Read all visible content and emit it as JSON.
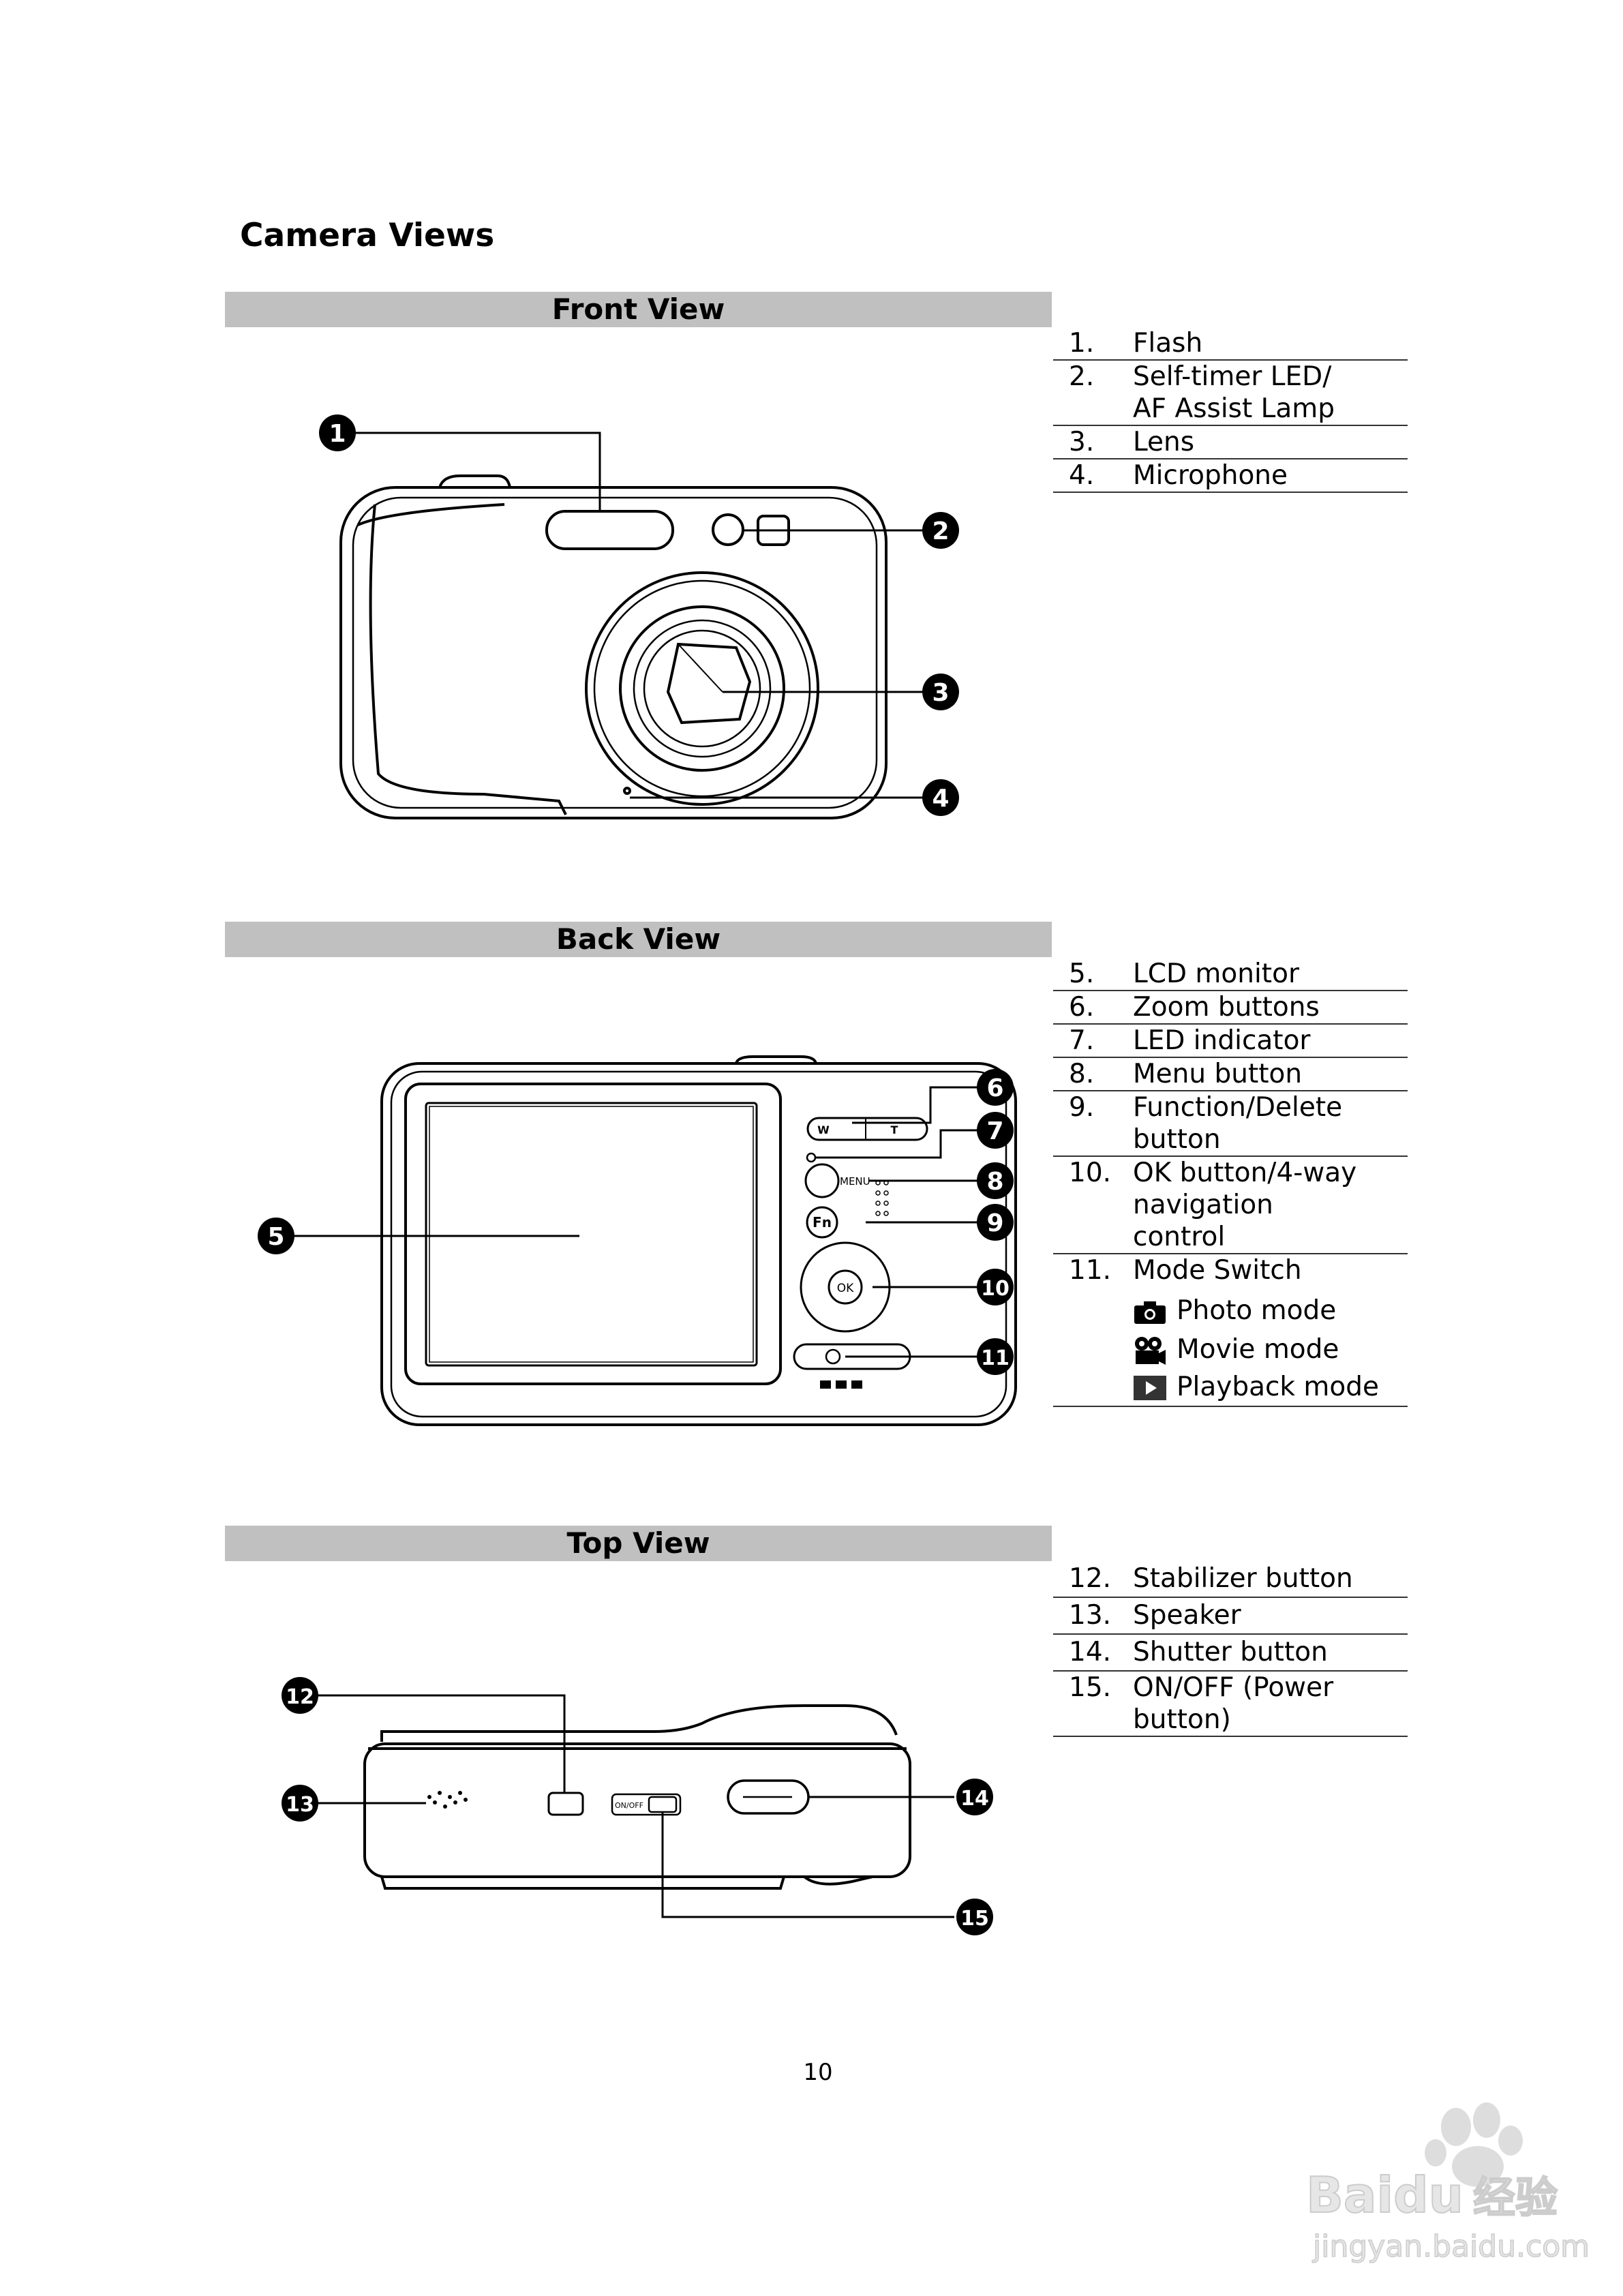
{
  "page": {
    "title": "Camera Views",
    "page_number": "10"
  },
  "sections": [
    {
      "heading": "Front View",
      "items": [
        {
          "num": "1.",
          "label": "Flash"
        },
        {
          "num": "2.",
          "label": "Self-timer LED/ AF Assist Lamp"
        },
        {
          "num": "3.",
          "label": "Lens"
        },
        {
          "num": "4.",
          "label": "Microphone"
        }
      ]
    },
    {
      "heading": "Back View",
      "items": [
        {
          "num": "5.",
          "label": "LCD monitor"
        },
        {
          "num": "6.",
          "label": "Zoom buttons"
        },
        {
          "num": "7.",
          "label": "LED indicator"
        },
        {
          "num": "8.",
          "label": "Menu button"
        },
        {
          "num": "9.",
          "label": "Function/Delete button"
        },
        {
          "num": "10.",
          "label": "OK button/4-way navigation control"
        },
        {
          "num": "11.",
          "label": "Mode Switch"
        }
      ],
      "modes": [
        {
          "icon": "camera-icon",
          "label": "Photo mode"
        },
        {
          "icon": "movie-camera-icon",
          "label": "Movie mode"
        },
        {
          "icon": "playback-icon",
          "label": "Playback mode"
        }
      ]
    },
    {
      "heading": "Top View",
      "items": [
        {
          "num": "12.",
          "label": "Stabilizer button"
        },
        {
          "num": "13.",
          "label": "Speaker"
        },
        {
          "num": "14.",
          "label": "Shutter button"
        },
        {
          "num": "15.",
          "label": "ON/OFF (Power button)"
        }
      ]
    }
  ],
  "diagram_labels": {
    "front": [
      "1",
      "2",
      "3",
      "4"
    ],
    "back": [
      "5",
      "6",
      "7",
      "8",
      "9",
      "10",
      "11"
    ],
    "top": [
      "12",
      "13",
      "14",
      "15"
    ],
    "button_text": {
      "menu": "MENU",
      "fn": "Fn",
      "ok": "OK",
      "wide": "W",
      "tele": "T",
      "power": "ON/OFF"
    }
  },
  "watermark": {
    "brand": "Baidu",
    "chinese": "经验",
    "url": "jingyan.baidu.com"
  }
}
